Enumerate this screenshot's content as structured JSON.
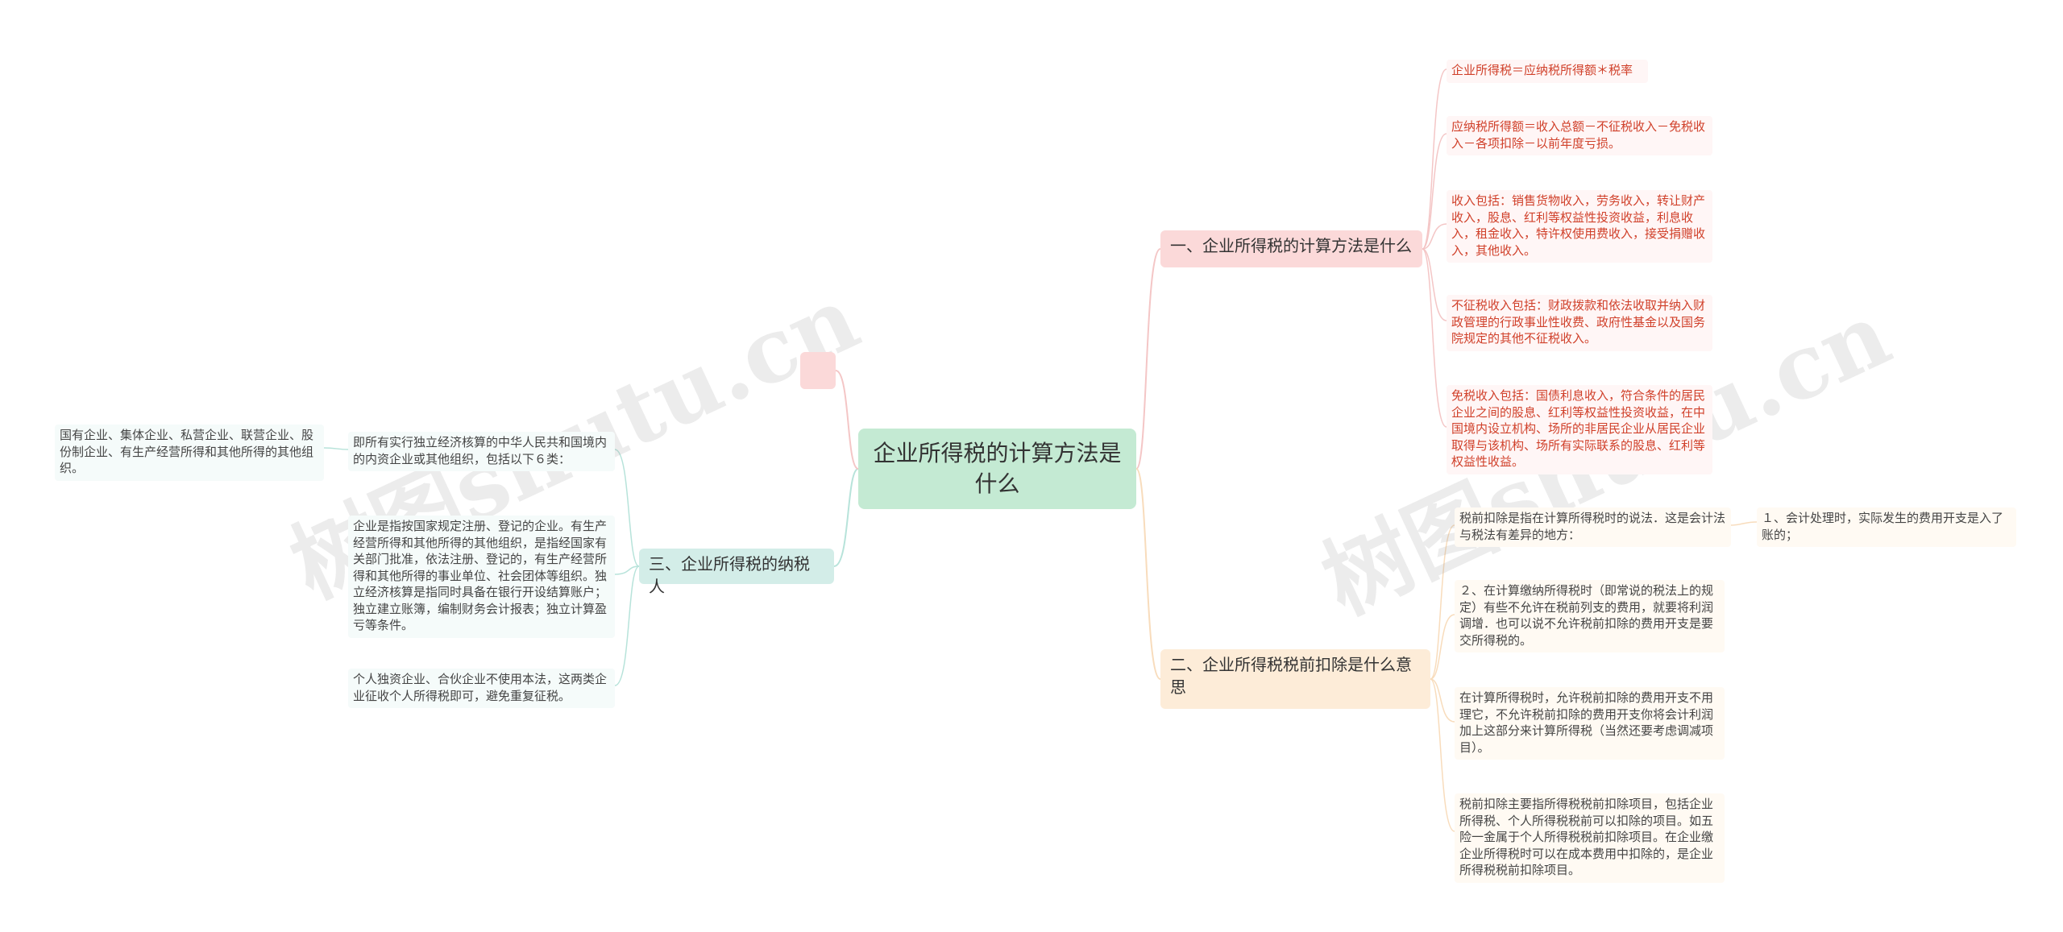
{
  "root": {
    "title": "企业所得税的计算方法是什么"
  },
  "watermark": "树图shutu.cn",
  "colors": {
    "red_line": "#f4c6c6",
    "orange_line": "#f8dcbc",
    "green_line": "#b7e3da"
  },
  "branches": {
    "calc_method": {
      "title": "一、企业所得税的计算方法是什么",
      "items": [
        "企业所得税＝应纳税所得额＊税率",
        "应纳税所得额＝收入总额－不征税收入－免税收入－各项扣除－以前年度亏损。",
        "收入包括：销售货物收入，劳务收入，转让财产收入，股息、红利等权益性投资收益，利息收入，租金收入，特许权使用费收入，接受捐赠收入，其他收入。",
        "不征税收入包括：财政拨款和依法收取并纳入财政管理的行政事业性收费、政府性基金以及国务院规定的其他不征税收入。",
        "免税收入包括：国债利息收入，符合条件的居民企业之间的股息、红利等权益性投资收益，在中国境内设立机构、场所的非居民企业从居民企业取得与该机构、场所有实际联系的股息、红利等权益性收益。"
      ]
    },
    "pre_tax_deduction": {
      "title": "二、企业所得税税前扣除是什么意思",
      "items": [
        "税前扣除是指在计算所得税时的说法．这是会计法与税法有差异的地方：",
        "２、在计算缴纳所得税时（即常说的税法上的规定）有些不允许在税前列支的费用，就要将利润调增．也可以说不允许税前扣除的费用开支是要交所得税的。",
        "在计算所得税时，允许税前扣除的费用开支不用理它，不允许税前扣除的费用开支你将会计利润加上这部分来计算所得税（当然还要考虑调减项目）。",
        "税前扣除主要指所得税税前扣除项目，包括企业所得税、个人所得税税前可以扣除的项目。如五险一金属于个人所得税税前扣除项目。在企业缴企业所得税时可以在成本费用中扣除的，是企业所得税税前扣除项目。"
      ],
      "sub_item": "１、会计处理时，实际发生的费用开支是入了账的；"
    },
    "taxpayers": {
      "title": "三、企业所得税的纳税人",
      "items": [
        "即所有实行独立经济核算的中华人民共和国境内的内资企业或其他组织，包括以下６类：",
        "企业是指按国家规定注册、登记的企业。有生产经营所得和其他所得的其他组织，是指经国家有关部门批准，依法注册、登记的，有生产经营所得和其他所得的事业单位、社会团体等组织。独立经济核算是指同时具备在银行开设结算账户；独立建立账簿，编制财务会计报表；独立计算盈亏等条件。",
        "个人独资企业、合伙企业不使用本法，这两类企业征收个人所得税即可，避免重复征税。"
      ],
      "sub_item": "国有企业、集体企业、私营企业、联营企业、股份制企业、有生产经营所得和其他所得的其他组织。"
    }
  }
}
